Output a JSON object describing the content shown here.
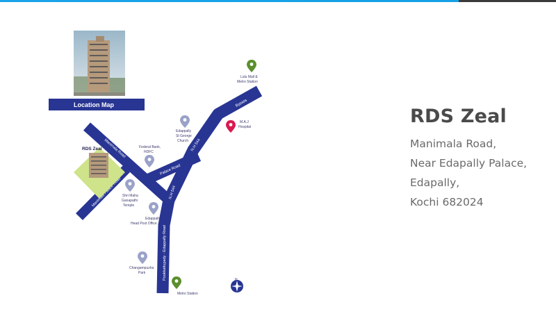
{
  "colors": {
    "accent_bar": "#1aa3e8",
    "road": "#283593",
    "pin_gray": "#9aa2c8",
    "pin_green": "#5b8f2e",
    "pin_red": "#d81b50",
    "highlight": "#cfe38a",
    "title": "#4a4a4a",
    "address": "#6a6a6a"
  },
  "map": {
    "banner_label": "Location Map",
    "project_label": "RDS Zeal",
    "roads": {
      "manimala_road": "Manimala Road",
      "manimala_palace_road": "Manimala Palace Road",
      "palace_road": "Palace Road",
      "nh_upper": "N.H 544",
      "nh_lower": "N.H 544",
      "bypass": "Bypass",
      "pookkattupady_road": "Pookkattupady - Edappally Road"
    },
    "landmarks": {
      "lulu": [
        "Lulu Mall &",
        "Metro Station"
      ],
      "church": [
        "Edappally",
        "St George",
        "Church"
      ],
      "maj": [
        "M.A.J",
        "Hospital"
      ],
      "bank": [
        "Federal Bank,",
        "HDFC"
      ],
      "temple": [
        "Shri Maha",
        "Ganapathi",
        "Temple"
      ],
      "post": [
        "Edappally",
        "Head Post Office"
      ],
      "park": [
        "Changampuzha",
        "Park"
      ],
      "metro": [
        "Metro Station"
      ]
    },
    "compass_icon": "compass-icon"
  },
  "info": {
    "title": "RDS Zeal",
    "address_lines": [
      "Manimala Road,",
      "Near Edapally Palace,",
      "Edapally,",
      "Kochi 682024"
    ]
  }
}
